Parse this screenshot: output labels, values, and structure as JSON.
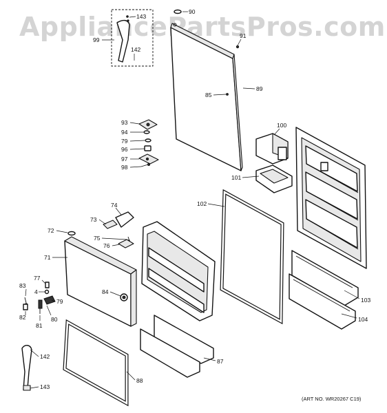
{
  "watermark": "AppliancePartsPros.com",
  "art_number": "(ART NO. WR20267 C19)",
  "callouts": [
    "90",
    "143",
    "91",
    "99",
    "142",
    "85",
    "89",
    "93",
    "94",
    "79",
    "96",
    "97",
    "98",
    "100",
    "101",
    "102",
    "74",
    "73",
    "72",
    "75",
    "76",
    "71",
    "77",
    "83",
    "4",
    "79",
    "82",
    "81",
    "80",
    "84",
    "103",
    "104",
    "87",
    "88",
    "142",
    "143"
  ]
}
